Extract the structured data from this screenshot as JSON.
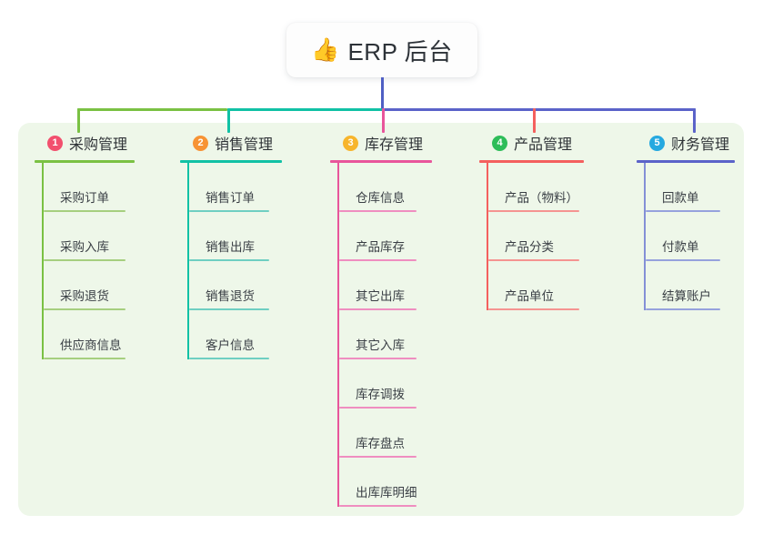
{
  "root": {
    "icon": "thumbs-up-icon",
    "emoji": "👍",
    "title": "ERP 后台"
  },
  "palette": {
    "panel_bg": "#eef7e9",
    "page_bg": "#ffffff",
    "trunk": "#4f5fc4",
    "bus_green": "#7ac143",
    "bus_teal": "#11c1a5",
    "bus_blue": "#5b63c9"
  },
  "connectors": {
    "segments": [
      {
        "name": "bus-segment-green",
        "color": "#7ac143"
      },
      {
        "name": "bus-segment-teal",
        "color": "#11c1a5"
      },
      {
        "name": "bus-segment-blue",
        "color": "#5b63c9"
      }
    ],
    "drops": [
      {
        "name": "drop-purchase",
        "color": "#7ac143"
      },
      {
        "name": "drop-sales",
        "color": "#11c1a5"
      },
      {
        "name": "drop-inventory",
        "color": "#e8559b"
      },
      {
        "name": "drop-product",
        "color": "#f4605e"
      },
      {
        "name": "drop-finance",
        "color": "#5b63c9"
      }
    ]
  },
  "columns": [
    {
      "number": "1",
      "title": "采购管理",
      "badge_color": "#f2506e",
      "rule_color": "#7ac143",
      "leaf_color": "#a6cf7f",
      "spine_color": "#7ac143",
      "items": [
        "采购订单",
        "采购入库",
        "采购退货",
        "供应商信息"
      ]
    },
    {
      "number": "2",
      "title": "销售管理",
      "badge_color": "#f79334",
      "rule_color": "#11c1a5",
      "leaf_color": "#6fcfc2",
      "spine_color": "#11c1a5",
      "items": [
        "销售订单",
        "销售出库",
        "销售退货",
        "客户信息"
      ]
    },
    {
      "number": "3",
      "title": "库存管理",
      "badge_color": "#f7b52c",
      "rule_color": "#e8559b",
      "leaf_color": "#ef8ec0",
      "spine_color": "#e8559b",
      "items": [
        "仓库信息",
        "产品库存",
        "其它出库",
        "其它入库",
        "库存调拨",
        "库存盘点",
        "出库库明细"
      ]
    },
    {
      "number": "4",
      "title": "产品管理",
      "badge_color": "#2ebd59",
      "rule_color": "#f4605e",
      "leaf_color": "#f59491",
      "spine_color": "#f4605e",
      "items": [
        "产品（物料）",
        "产品分类",
        "产品单位"
      ]
    },
    {
      "number": "5",
      "title": "财务管理",
      "badge_color": "#26a9e0",
      "rule_color": "#5b63c9",
      "leaf_color": "#96a2dd",
      "spine_color": "#8490d6",
      "items": [
        "回款单",
        "付款单",
        "结算账户"
      ]
    }
  ]
}
